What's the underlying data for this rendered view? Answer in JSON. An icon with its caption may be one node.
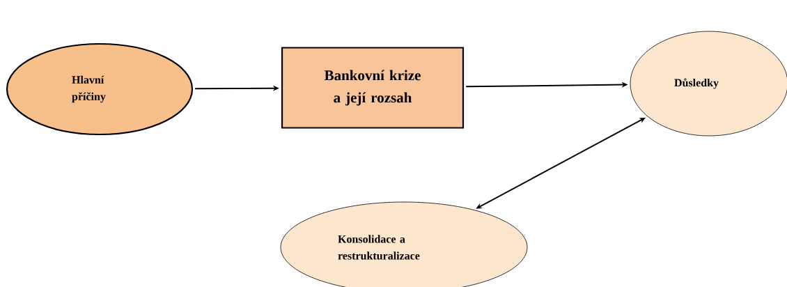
{
  "diagram": {
    "nodes": [
      {
        "text": [
          "Hlavní příčiny"
        ]
      },
      {
        "text": [
          "Bankovní krize a její rozsah"
        ]
      },
      {
        "text": [
          "Důsledky"
        ]
      },
      {
        "text": [
          "Konsolidace a restrukturalizace"
        ]
      }
    ],
    "edges": [
      {
        "from": 0,
        "to": 1,
        "arrow": "to"
      },
      {
        "from": 1,
        "to": 2,
        "arrow": "to"
      },
      {
        "from": 2,
        "to": 3,
        "arrow": "both"
      }
    ]
  }
}
